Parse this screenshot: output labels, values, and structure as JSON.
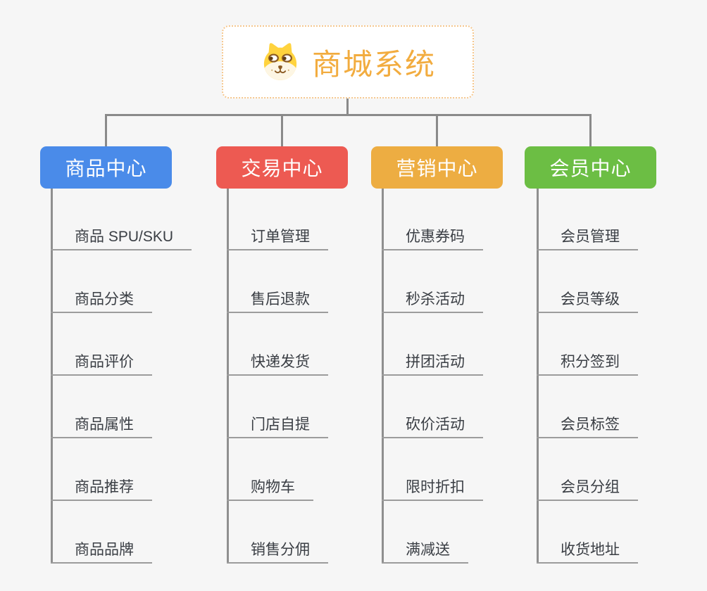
{
  "canvas": {
    "background": "#f6f6f6",
    "connector_color": "#8a8a8a",
    "leaf_underline_color": "#9c9c9c",
    "leaf_text_color": "#3a3e44"
  },
  "root": {
    "title": "商城系统",
    "icon": "dog-face-icon",
    "text_color": "#f2ac3f",
    "border_color": "#f5c78e"
  },
  "branches": [
    {
      "label": "商品中心",
      "color": "#4a8be9",
      "items": [
        "商品 SPU/SKU",
        "商品分类",
        "商品评价",
        "商品属性",
        "商品推荐",
        "商品品牌"
      ]
    },
    {
      "label": "交易中心",
      "color": "#ed5a52",
      "items": [
        "订单管理",
        "售后退款",
        "快递发货",
        "门店自提",
        "购物车",
        "销售分佣"
      ]
    },
    {
      "label": "营销中心",
      "color": "#edad42",
      "items": [
        "优惠券码",
        "秒杀活动",
        "拼团活动",
        "砍价活动",
        "限时折扣",
        "满减送"
      ]
    },
    {
      "label": "会员中心",
      "color": "#6cbe44",
      "items": [
        "会员管理",
        "会员等级",
        "积分签到",
        "会员标签",
        "会员分组",
        "收货地址"
      ]
    }
  ]
}
